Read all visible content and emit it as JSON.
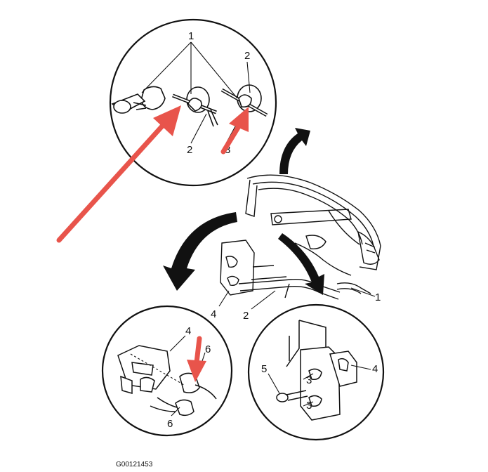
{
  "figure_id": "G00121453",
  "callouts": {
    "top_1": "1",
    "top_2a": "2",
    "top_2b": "2",
    "top_3": "3",
    "door_1": "1",
    "door_2": "2",
    "door_4": "4",
    "bl_4": "4",
    "bl_6a": "6",
    "bl_6b": "6",
    "br_3a": "3",
    "br_3b": "3",
    "br_4": "4",
    "br_5": "5"
  },
  "colors": {
    "line": "#111111",
    "highlight_arrow": "#e8544b",
    "background": "#ffffff"
  }
}
